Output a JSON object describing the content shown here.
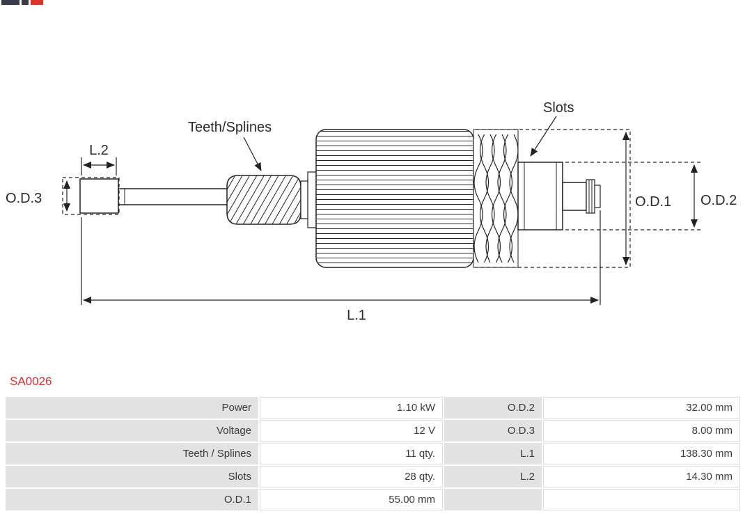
{
  "part_number": "SA0026",
  "diagram": {
    "labels": {
      "teeth_splines": "Teeth/Splines",
      "slots": "Slots",
      "od1": "O.D.1",
      "od2": "O.D.2",
      "od3": "O.D.3",
      "l1": "L.1",
      "l2": "L.2"
    }
  },
  "table": {
    "left": [
      {
        "label": "Power",
        "value": "1.10 kW"
      },
      {
        "label": "Voltage",
        "value": "12 V"
      },
      {
        "label": "Teeth / Splines",
        "value": "11 qty."
      },
      {
        "label": "Slots",
        "value": "28 qty."
      },
      {
        "label": "O.D.1",
        "value": "55.00 mm"
      }
    ],
    "right": [
      {
        "label": "O.D.2",
        "value": "32.00 mm"
      },
      {
        "label": "O.D.3",
        "value": "8.00 mm"
      },
      {
        "label": "L.1",
        "value": "138.30 mm"
      },
      {
        "label": "L.2",
        "value": "14.30 mm"
      },
      {
        "label": "",
        "value": ""
      }
    ]
  },
  "colors": {
    "accent_red": "#cc3333",
    "table_label_bg": "#e2e2e2",
    "table_value_border": "#dcdcdc",
    "line_color": "#222222"
  }
}
